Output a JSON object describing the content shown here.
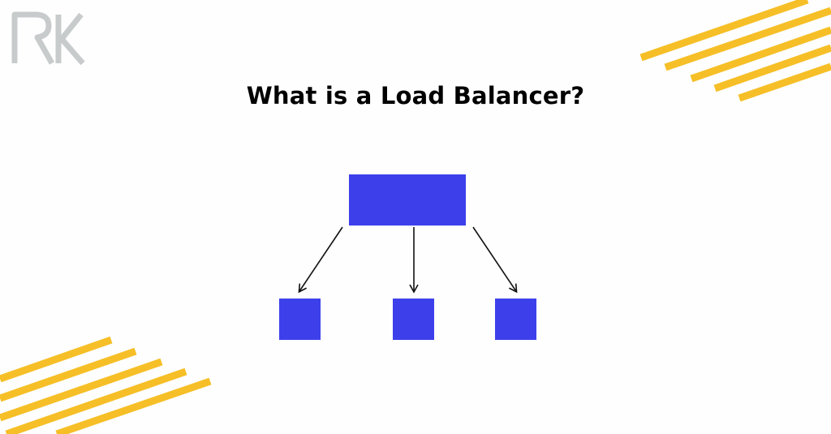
{
  "title": "What is a Load Balancer?",
  "logo": {
    "text": "RK",
    "icon": "rk-monogram-logo"
  },
  "colors": {
    "background": "#fefefe",
    "box": "#3d40ea",
    "stripe": "#f6bf27",
    "logo": "#c8cbcc",
    "arrow": "#111111",
    "title": "#000000"
  },
  "diagram": {
    "nodes": [
      {
        "id": "load-balancer",
        "label": ""
      },
      {
        "id": "server-1",
        "label": ""
      },
      {
        "id": "server-2",
        "label": ""
      },
      {
        "id": "server-3",
        "label": ""
      }
    ],
    "edges": [
      {
        "from": "load-balancer",
        "to": "server-1"
      },
      {
        "from": "load-balancer",
        "to": "server-2"
      },
      {
        "from": "load-balancer",
        "to": "server-3"
      }
    ]
  }
}
